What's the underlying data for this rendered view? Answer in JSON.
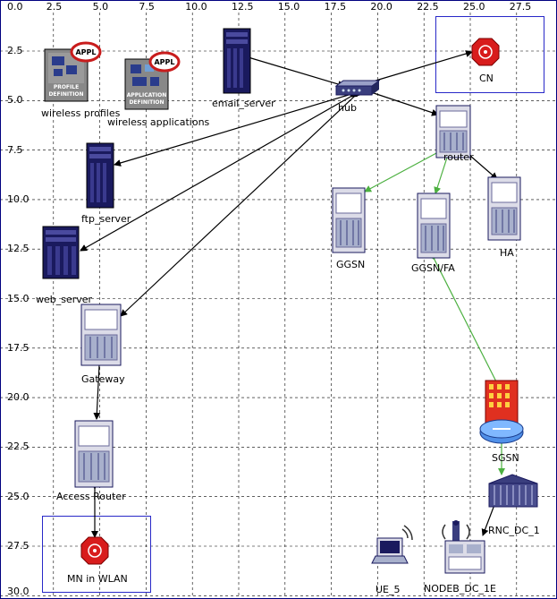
{
  "axes": {
    "x_ticks": [
      "0.0",
      "2.5",
      "5.0",
      "7.5",
      "10.0",
      "12.5",
      "15.0",
      "17.5",
      "20.0",
      "22.5",
      "25.0",
      "27.5"
    ],
    "y_ticks": [
      "2.5",
      "5.0",
      "7.5",
      "10.0",
      "12.5",
      "15.0",
      "17.5",
      "20.0",
      "22.5",
      "25.0",
      "27.5",
      "30.0"
    ],
    "grid_style": "dashed"
  },
  "nodes": {
    "wireless_profiles": {
      "label": "wireless profiles",
      "icon": "profile-definition-icon",
      "badge": "APPL",
      "icon_text": "PROFILE DEFINITION"
    },
    "wireless_applications": {
      "label": "wireless applications",
      "icon": "application-definition-icon",
      "badge": "APPL",
      "icon_text": "APPLICATION DEFINITION"
    },
    "email_server": {
      "label": "email_server",
      "icon": "server-icon"
    },
    "hub": {
      "label": "hub",
      "icon": "hub-icon"
    },
    "cn": {
      "label": "CN",
      "icon": "mobile-node-icon"
    },
    "router": {
      "label": "router",
      "icon": "router-icon"
    },
    "ftp_server": {
      "label": "ftp_server",
      "icon": "server-icon"
    },
    "ggsn": {
      "label": "GGSN",
      "icon": "router-icon"
    },
    "ggsn_fa": {
      "label": "GGSN/FA",
      "icon": "router-icon"
    },
    "ha": {
      "label": "HA",
      "icon": "router-icon"
    },
    "web_server": {
      "label": "web_server",
      "icon": "server-icon"
    },
    "gateway": {
      "label": "Gateway",
      "icon": "router-icon"
    },
    "sgsn": {
      "label": "SGSN",
      "icon": "sgsn-building-icon"
    },
    "access_router": {
      "label": "Access Router",
      "icon": "router-icon"
    },
    "rnc": {
      "label": "RNC_DC_1",
      "icon": "rnc-icon"
    },
    "mn_wlan": {
      "label": "MN in WLAN",
      "icon": "mobile-node-icon"
    },
    "ue5": {
      "label": "UE_5",
      "icon": "laptop-icon"
    },
    "nodeb": {
      "label": "NODEB_DC_1E",
      "icon": "nodeb-icon"
    }
  },
  "links": [
    {
      "from": "email_server",
      "to": "hub",
      "color": "#000000"
    },
    {
      "from": "hub",
      "to": "cn",
      "color": "#000000"
    },
    {
      "from": "hub",
      "to": "router",
      "color": "#000000"
    },
    {
      "from": "hub",
      "to": "ftp_server",
      "color": "#000000"
    },
    {
      "from": "hub",
      "to": "web_server",
      "color": "#000000"
    },
    {
      "from": "hub",
      "to": "gateway",
      "color": "#000000"
    },
    {
      "from": "router",
      "to": "ggsn",
      "color": "#4cb040"
    },
    {
      "from": "router",
      "to": "ggsn_fa",
      "color": "#4cb040"
    },
    {
      "from": "router",
      "to": "ha",
      "color": "#000000"
    },
    {
      "from": "ggsn_fa",
      "to": "sgsn",
      "color": "#4cb040"
    },
    {
      "from": "sgsn",
      "to": "rnc",
      "color": "#4cb040"
    },
    {
      "from": "rnc",
      "to": "nodeb",
      "color": "#000000"
    },
    {
      "from": "gateway",
      "to": "access_router",
      "color": "#000000"
    },
    {
      "from": "access_router",
      "to": "mn_wlan",
      "color": "#000000"
    }
  ],
  "colors": {
    "grid": "#000000",
    "axis_frame": "#000080",
    "subnet_border": "#2828c8",
    "server_body": "#1a1a5e",
    "router_body": "#dcdce8",
    "mobile_node": "#d81c1c",
    "appl_badge": "#c81c1c"
  }
}
